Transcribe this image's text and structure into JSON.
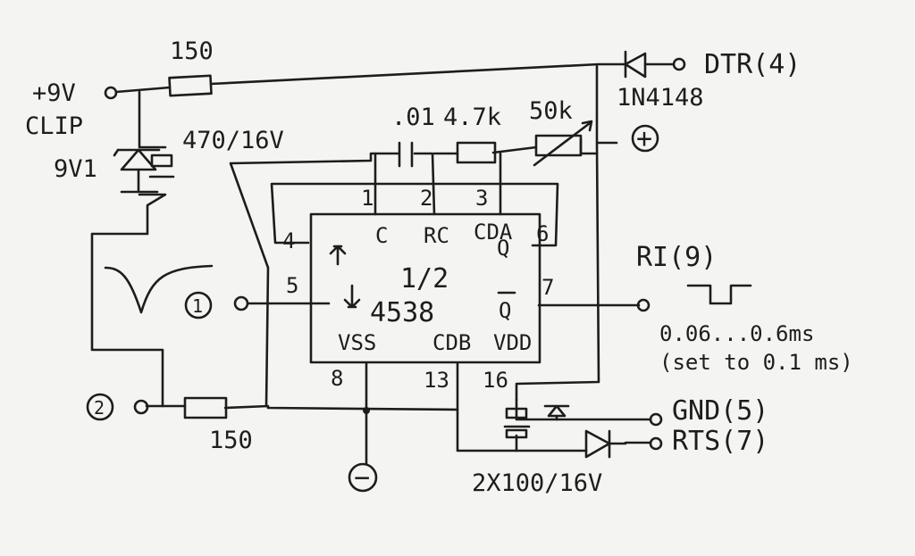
{
  "labels": {
    "r_top": "150",
    "plus9v": "+9V",
    "clip": "CLIP",
    "c_470": "470/16V",
    "zener": "9V1",
    "c_01": ".01",
    "r_47k": "4.7k",
    "pot": "50k",
    "plus_terminal": "+",
    "dtr": "DTR(4)",
    "diode": "1N4148",
    "ri": "RI(9)",
    "timing_line1": "0.06...0.6ms",
    "timing_line2": "(set to 0.1 ms)",
    "gnd": "GND(5)",
    "rts": "RTS(7)",
    "caps": "2X100/16V",
    "r_bottom": "150",
    "minus_terminal": "−",
    "input1": "1",
    "input2": "2"
  },
  "ic": {
    "name_half": "1/2",
    "name": "4538",
    "pins": {
      "p1": "1",
      "p2": "2",
      "p3": "3",
      "p4": "4",
      "p5": "5",
      "p6": "6",
      "p7": "7",
      "p8": "8",
      "p13": "13",
      "p16": "16"
    },
    "pin_names": {
      "c": "C",
      "rc": "RC",
      "cda": "CDA",
      "q": "Q",
      "qbar": "Q",
      "vss": "VSS",
      "cdb": "CDB",
      "vdd": "VDD"
    }
  }
}
